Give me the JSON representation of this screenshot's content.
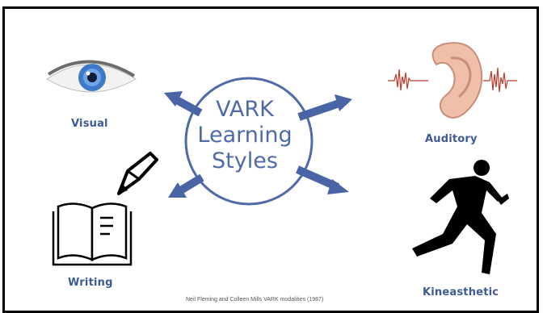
{
  "center": {
    "line1": "VARK",
    "line2": "Learning",
    "line3": "Styles"
  },
  "labels": {
    "visual": "Visual",
    "auditory": "Auditory",
    "writing": "Writing",
    "kinesthetic": "Kineasthetic"
  },
  "credit": "Neil Fleming and Colleen Mills VARK modalities (1987)",
  "colors": {
    "accent": "#4f6aa8",
    "arrow": "#4a65a6",
    "label": "#3d5a96"
  }
}
